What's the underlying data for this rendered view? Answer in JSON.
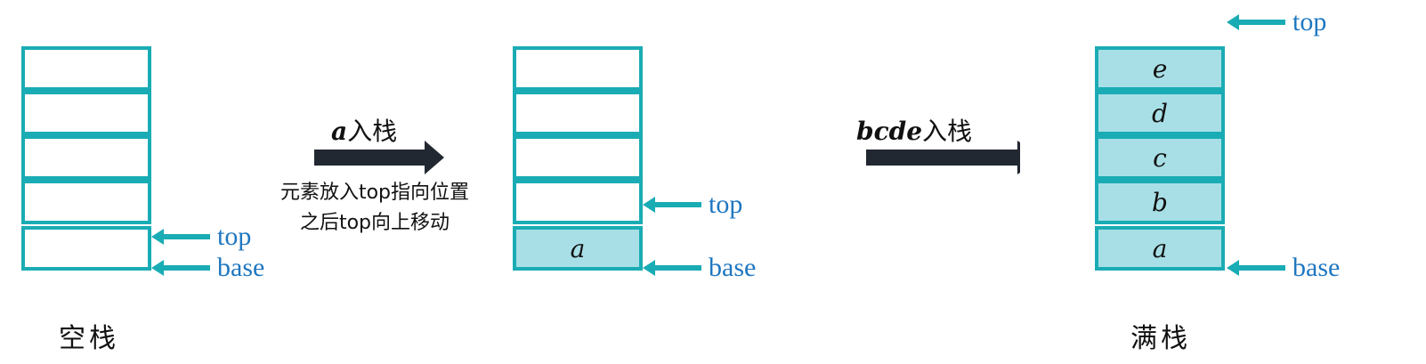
{
  "colors": {
    "stack_border": "#1aacb4",
    "filled_cell": "#a8dfe6",
    "pointer": "#1aacb4",
    "pointer_text": "#1f77c0",
    "big_arrow": "#222831"
  },
  "labels": {
    "top": "top",
    "base": "base"
  },
  "empty_stack": {
    "caption": "空栈",
    "cells": [
      "",
      "",
      "",
      "",
      ""
    ]
  },
  "push_a": {
    "symbol": "a",
    "suffix": "入栈",
    "note_line1": "元素放入top指向位置",
    "note_line2": "之后top向上移动"
  },
  "one_stack": {
    "cells": [
      "",
      "",
      "",
      "",
      "a"
    ]
  },
  "push_bcde": {
    "symbol": "bcde",
    "suffix": "入栈"
  },
  "full_stack": {
    "caption": "满栈",
    "cells": [
      "e",
      "d",
      "c",
      "b",
      "a"
    ]
  }
}
